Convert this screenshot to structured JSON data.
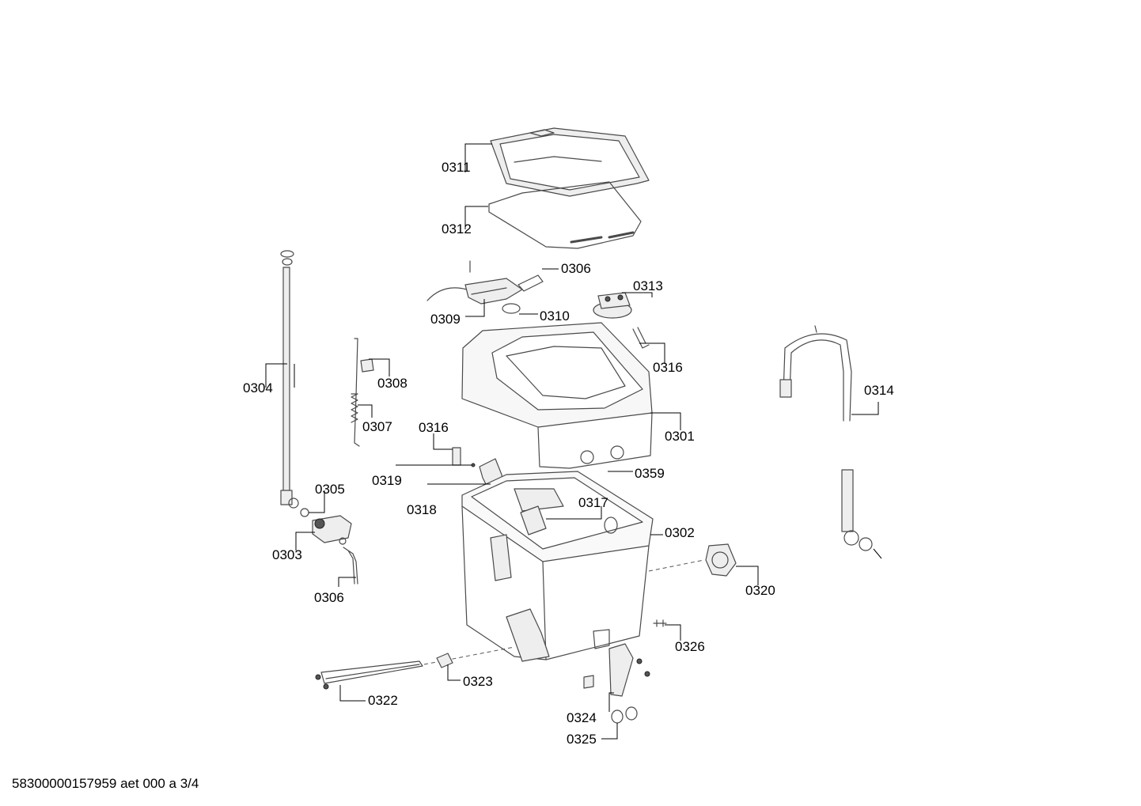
{
  "document_ref": "58300000157959 aet 000 a 3/4",
  "parts": {
    "p0301": "0301",
    "p0302": "0302",
    "p0303": "0303",
    "p0304": "0304",
    "p0305": "0305",
    "p0306a": "0306",
    "p0306b": "0306",
    "p0307": "0307",
    "p0308": "0308",
    "p0309": "0309",
    "p0310": "0310",
    "p0311": "0311",
    "p0312": "0312",
    "p0313": "0313",
    "p0314": "0314",
    "p0316a": "0316",
    "p0316b": "0316",
    "p0317": "0317",
    "p0318": "0318",
    "p0319": "0319",
    "p0320": "0320",
    "p0322": "0322",
    "p0323": "0323",
    "p0324": "0324",
    "p0325": "0325",
    "p0326": "0326",
    "p0359": "0359"
  }
}
